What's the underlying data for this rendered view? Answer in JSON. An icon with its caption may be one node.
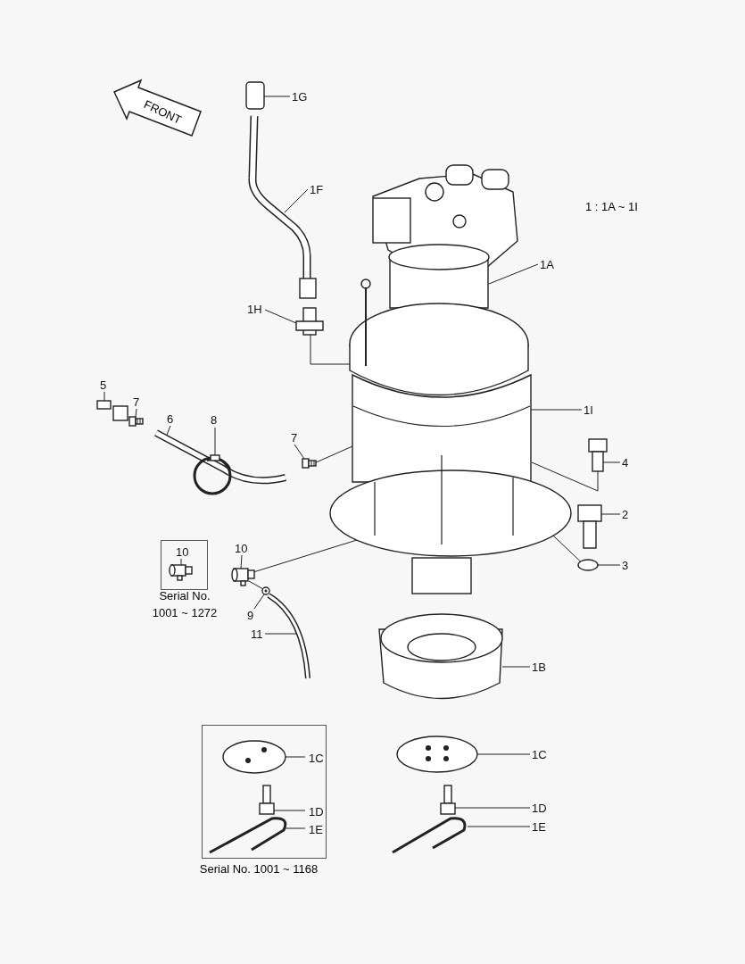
{
  "diagram": {
    "nodes": [
      {
        "text": [
          "1G"
        ]
      },
      {
        "text": [],
        "shape": "picture"
      },
      {
        "text": [
          "1F"
        ]
      },
      {
        "text": [],
        "shape": "picture"
      },
      {
        "text": [
          "1A"
        ]
      },
      {
        "text": [],
        "shape": "picture"
      },
      {
        "text": [
          "1H"
        ]
      },
      {
        "text": [],
        "shape": "picture"
      },
      {
        "text": [
          "1I"
        ]
      },
      {
        "text": [],
        "shape": "picture"
      },
      {
        "text": [
          "5"
        ]
      },
      {
        "text": [],
        "shape": "picture"
      },
      {
        "text": [
          "7"
        ]
      },
      {
        "text": [],
        "shape": "picture"
      },
      {
        "text": [
          "6"
        ]
      },
      {
        "text": [],
        "shape": "picture"
      },
      {
        "text": [
          "8"
        ]
      },
      {
        "text": [],
        "shape": "picture"
      },
      {
        "text": [
          "7"
        ]
      },
      {
        "text": [],
        "shape": "picture"
      },
      {
        "text": [
          "4"
        ]
      },
      {
        "text": [],
        "shape": "picture"
      },
      {
        "text": [
          "2"
        ]
      },
      {
        "text": [],
        "shape": "picture"
      },
      {
        "text": [
          "3"
        ]
      },
      {
        "text": [],
        "shape": "picture"
      },
      {
        "text": [],
        "shape": "box",
        "beside": [
          "Serial No. 1001 ~ 1272"
        ]
      },
      {
        "text": [
          "10"
        ],
        "in": 26
      },
      {
        "text": [],
        "shape": "picture",
        "in": 26
      },
      {
        "text": [
          "10"
        ]
      },
      {
        "text": [],
        "shape": "picture"
      },
      {
        "text": [
          "9"
        ]
      },
      {
        "text": [],
        "shape": "picture"
      },
      {
        "text": [
          "11"
        ]
      },
      {
        "text": [],
        "shape": "picture"
      },
      {
        "text": [
          "1B"
        ]
      },
      {
        "text": [],
        "shape": "picture"
      },
      {
        "text": [],
        "shape": "box",
        "beside": [
          "Serial No. 1001 ~ 1168"
        ]
      },
      {
        "text": [
          "1C"
        ],
        "in": 37
      },
      {
        "text": [],
        "shape": "picture",
        "in": 37
      },
      {
        "text": [
          "1D"
        ],
        "in": 37
      },
      {
        "text": [],
        "shape": "picture",
        "in": 37
      },
      {
        "text": [
          "1E"
        ],
        "in": 37
      },
      {
        "text": [],
        "shape": "picture",
        "in": 37
      },
      {
        "text": [
          "1C"
        ]
      },
      {
        "text": [],
        "shape": "picture"
      },
      {
        "text": [
          "1D"
        ]
      },
      {
        "text": [],
        "shape": "picture"
      },
      {
        "text": [
          "1E"
        ]
      },
      {
        "text": [],
        "shape": "picture"
      }
    ],
    "edges": [
      {
        "from": 0,
        "to": 1,
        "arrow": "none"
      },
      {
        "from": 2,
        "to": 3,
        "arrow": "none"
      },
      {
        "from": 4,
        "to": 5,
        "arrow": "none"
      },
      {
        "from": 6,
        "to": 7,
        "arrow": "none"
      },
      {
        "from": 8,
        "to": 9,
        "arrow": "none"
      },
      {
        "from": 10,
        "to": 11,
        "arrow": "none"
      },
      {
        "from": 12,
        "to": 13,
        "arrow": "none"
      },
      {
        "from": 14,
        "to": 15,
        "arrow": "none"
      },
      {
        "from": 16,
        "to": 17,
        "arrow": "none"
      },
      {
        "from": 18,
        "to": 19,
        "arrow": "none"
      },
      {
        "from": 20,
        "to": 21,
        "arrow": "none"
      },
      {
        "from": 22,
        "to": 23,
        "arrow": "none"
      },
      {
        "from": 24,
        "to": 25,
        "arrow": "none"
      },
      {
        "from": 27,
        "to": 28,
        "arrow": "none"
      },
      {
        "from": 29,
        "to": 30,
        "arrow": "none"
      },
      {
        "from": 31,
        "to": 32,
        "arrow": "none"
      },
      {
        "from": 33,
        "to": 34,
        "arrow": "none"
      },
      {
        "from": 35,
        "to": 36,
        "arrow": "none"
      },
      {
        "from": 38,
        "to": 39,
        "arrow": "none"
      },
      {
        "from": 40,
        "to": 41,
        "arrow": "none"
      },
      {
        "from": 42,
        "to": 43,
        "arrow": "none"
      },
      {
        "from": 44,
        "to": 45,
        "arrow": "none"
      },
      {
        "from": 46,
        "to": 47,
        "arrow": "none"
      },
      {
        "from": 48,
        "to": 49,
        "arrow": "none"
      },
      {
        "from": 7,
        "to": 9,
        "arrow": "none"
      },
      {
        "from": 19,
        "to": 9,
        "arrow": "none"
      },
      {
        "from": 21,
        "to": 9,
        "arrow": "none"
      },
      {
        "from": 25,
        "to": 9,
        "arrow": "none"
      },
      {
        "from": 30,
        "to": 9,
        "arrow": "none"
      },
      {
        "from": 30,
        "to": 32,
        "arrow": "none"
      }
    ],
    "labels": [
      "FRONT",
      "1 : 1A ~ 1I"
    ]
  }
}
